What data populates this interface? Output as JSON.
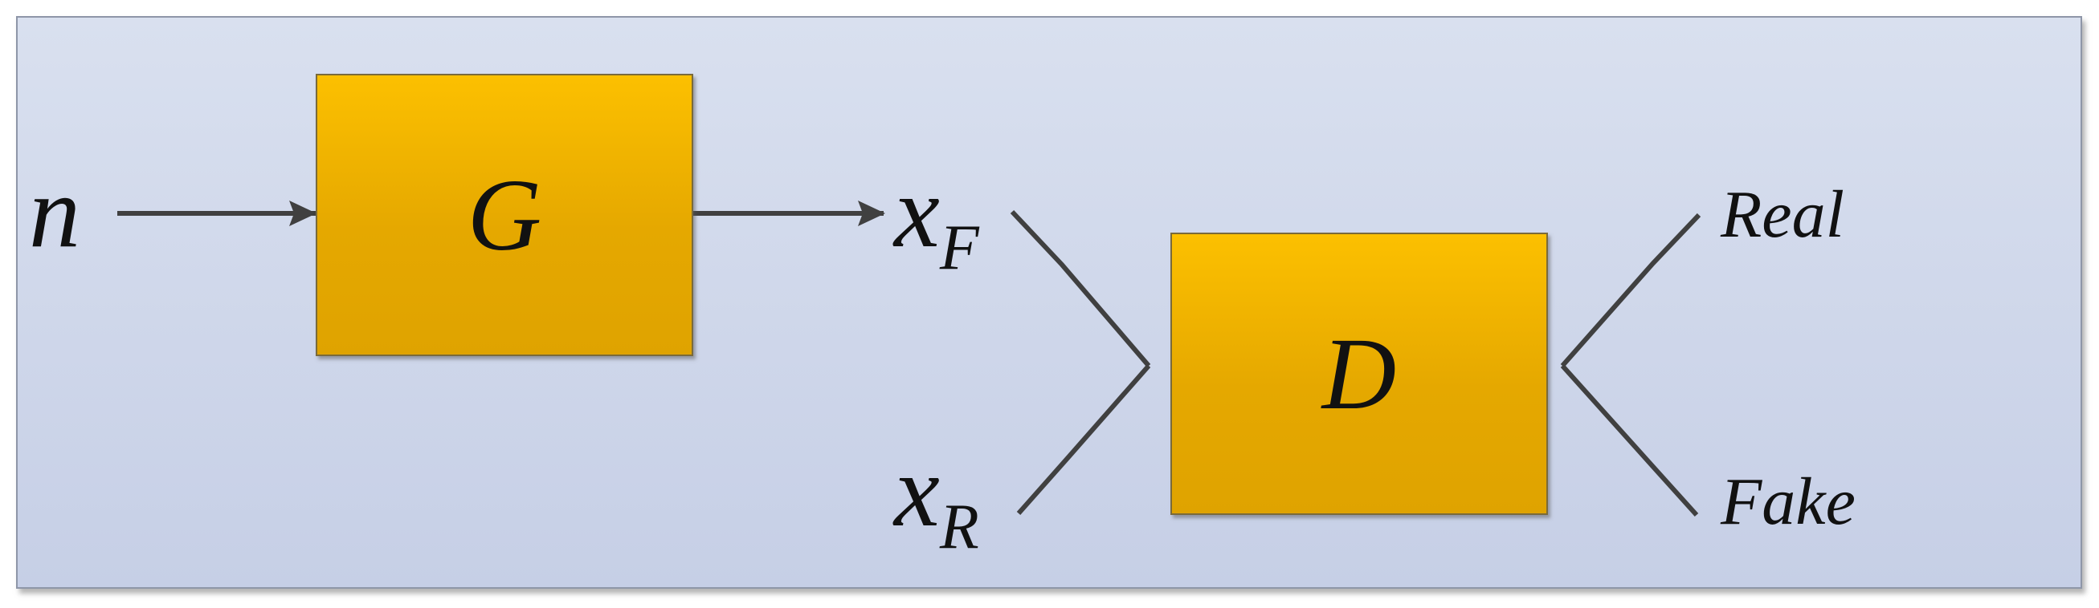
{
  "diagram": {
    "input_symbol": "n",
    "generator_label": "G",
    "discriminator_label": "D",
    "fake_sample": {
      "base": "x",
      "subscript": "F"
    },
    "real_sample": {
      "base": "x",
      "subscript": "R"
    },
    "outputs": {
      "real": "Real",
      "fake": "Fake"
    }
  },
  "colors": {
    "background_top": "#d9e0ef",
    "background_bottom": "#c6cfe6",
    "block_top": "#fcc000",
    "block_bottom": "#dfa300",
    "line": "#404040"
  }
}
